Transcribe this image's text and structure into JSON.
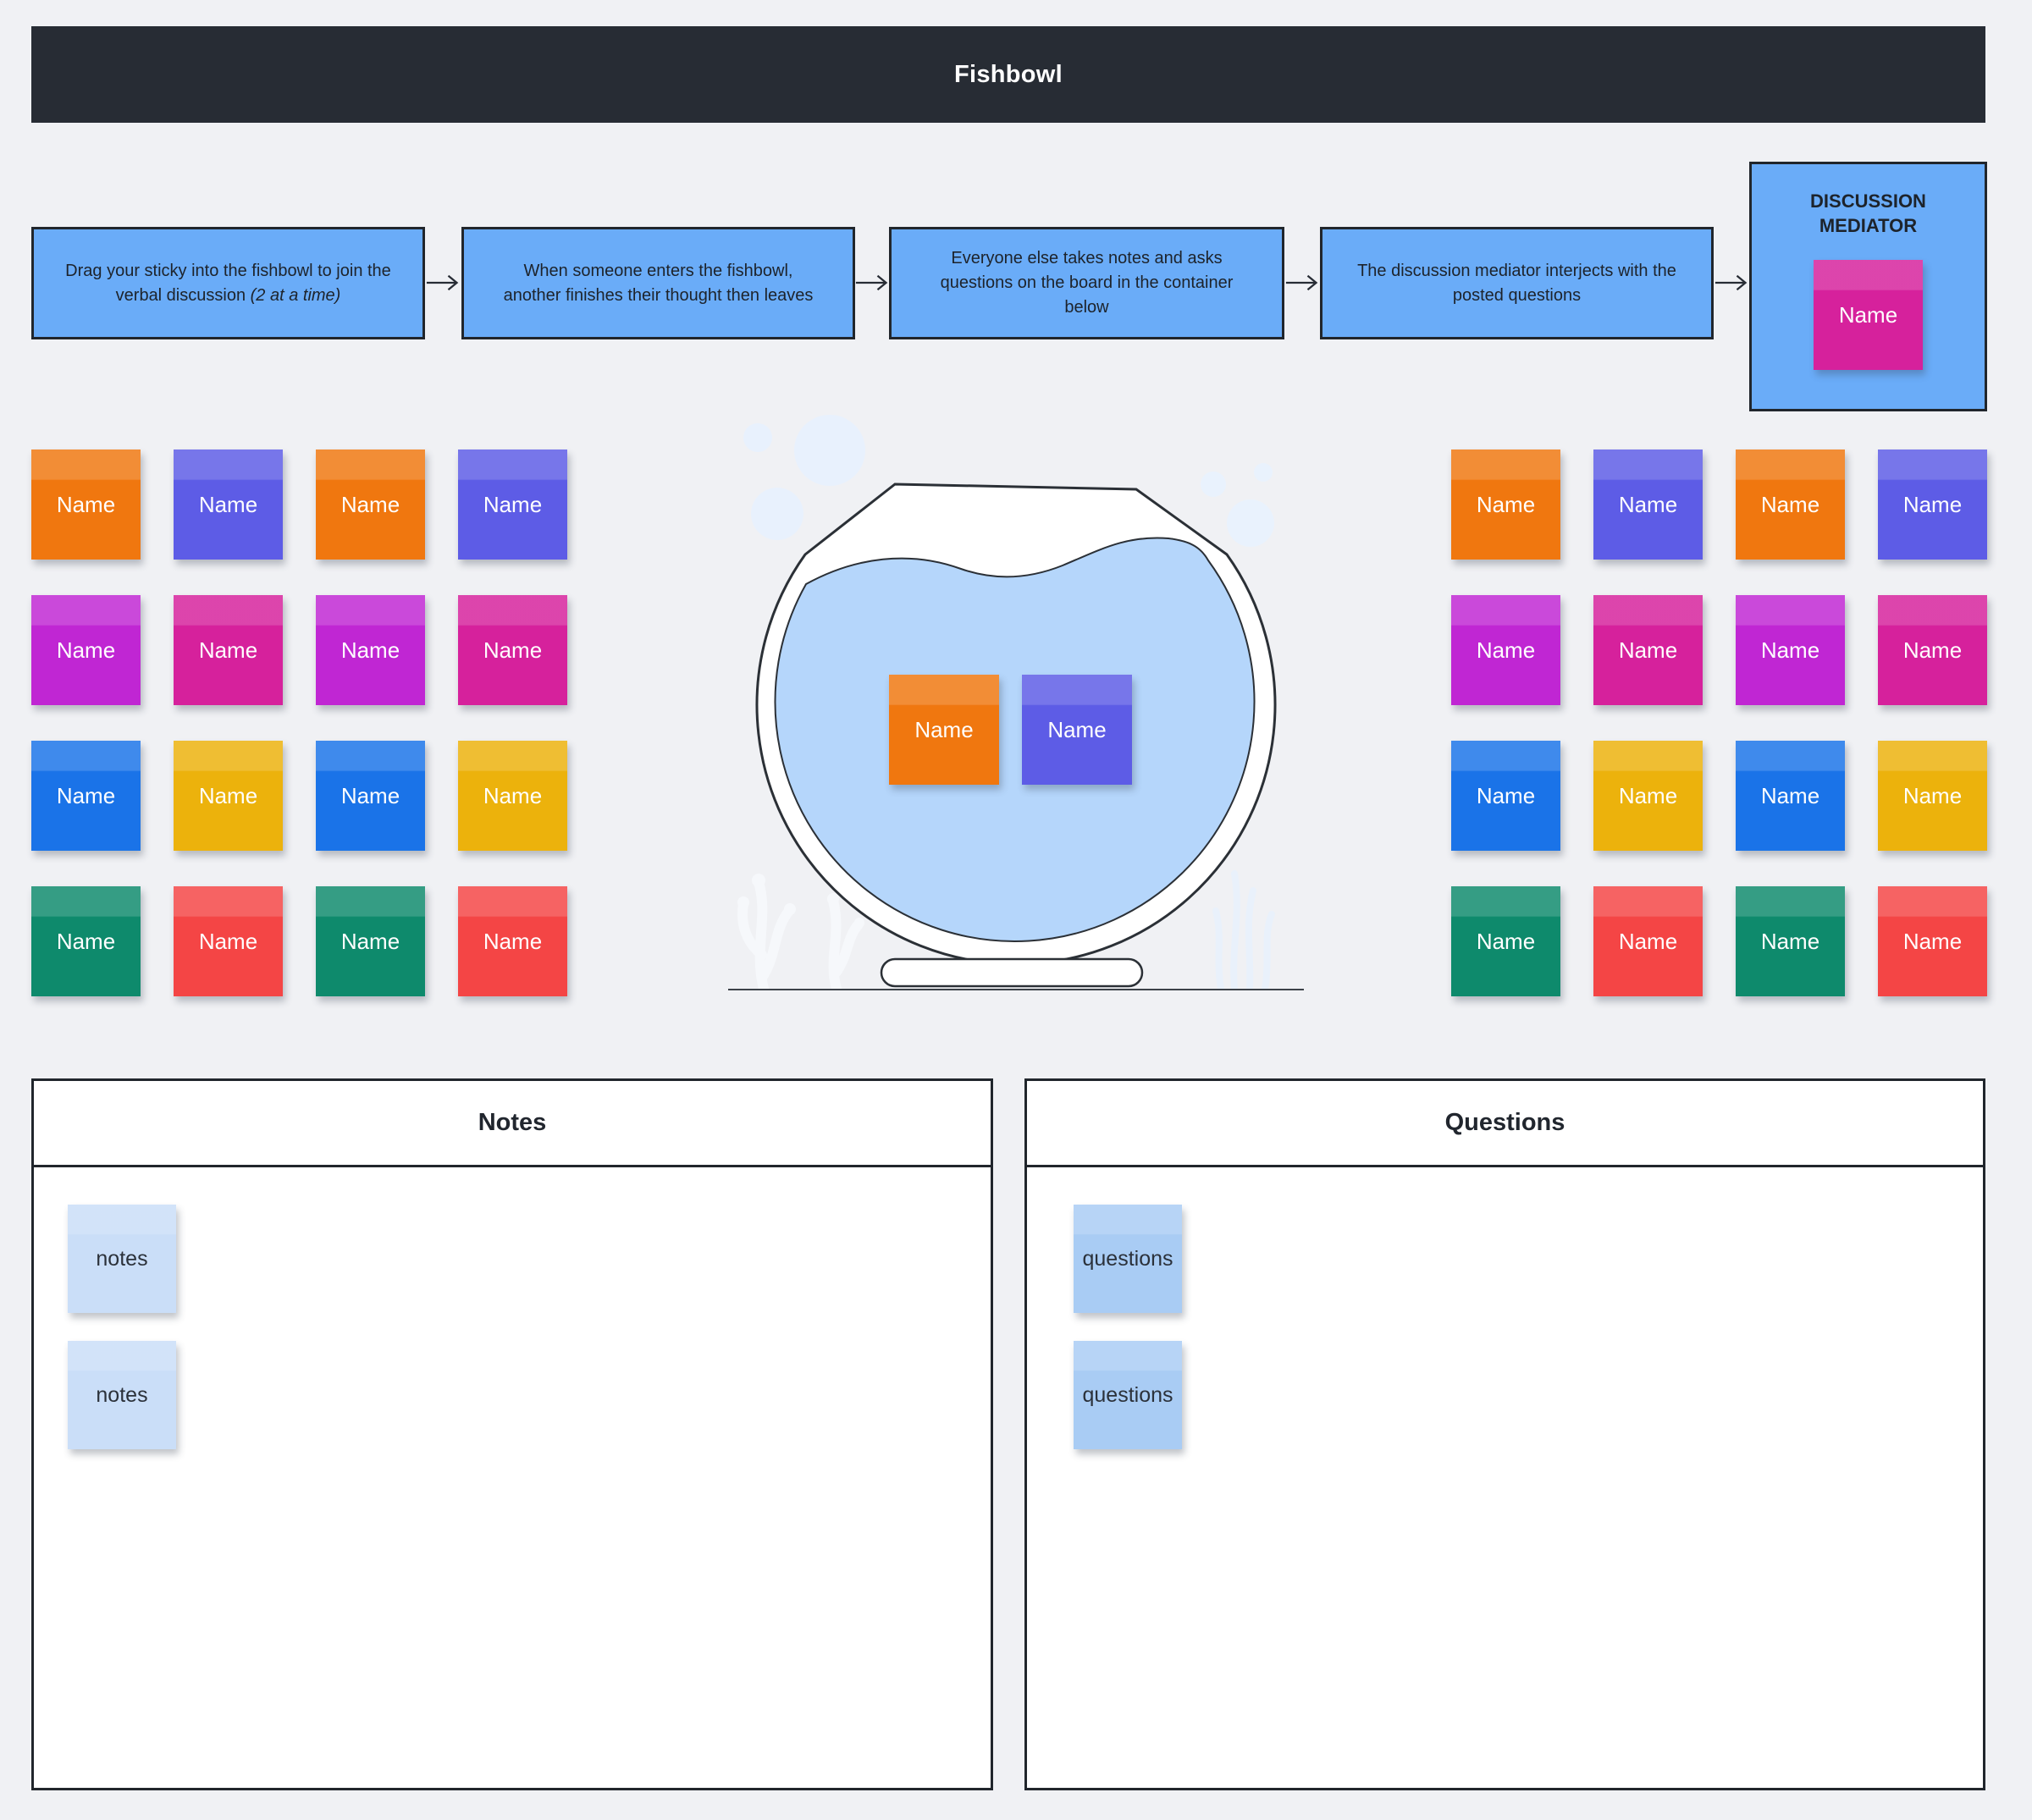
{
  "title": "Fishbowl",
  "palette": {
    "orange": "#f0770f",
    "indigo": "#5d5ce6",
    "purple": "#c026d3",
    "magenta": "#d6219c",
    "blue": "#1a73e8",
    "yellow": "#ecb20c",
    "green": "#0e8a6c",
    "red": "#f44545",
    "panel_blue": "#6aacf8",
    "note_blue": "#cadef8",
    "question_blue": "#a9ccf4",
    "header_bg": "#272c34",
    "water_blue": "#b5d6fb",
    "background": "#f0f1f4"
  },
  "steps": [
    {
      "text": "Drag your sticky into the fishbowl to join the verbal discussion ",
      "italic": "(2 at a time)"
    },
    {
      "text": "When someone enters the fishbowl, another finishes their thought then leaves",
      "italic": ""
    },
    {
      "text": "Everyone else takes notes and asks questions on the board in the container below",
      "italic": ""
    },
    {
      "text": "The discussion mediator interjects with the posted questions",
      "italic": ""
    }
  ],
  "mediator": {
    "label": "DISCUSSION MEDIATOR",
    "sticky_label": "Name",
    "sticky_color": "magenta"
  },
  "grids": {
    "sticky_label": "Name",
    "pattern": [
      "orange",
      "indigo",
      "orange",
      "indigo",
      "purple",
      "magenta",
      "purple",
      "magenta",
      "blue",
      "yellow",
      "blue",
      "yellow",
      "green",
      "red",
      "green",
      "red"
    ]
  },
  "fishbowl": {
    "stickies": [
      {
        "label": "Name",
        "color": "orange"
      },
      {
        "label": "Name",
        "color": "indigo"
      }
    ]
  },
  "notes_panel": {
    "title": "Notes",
    "sticky_color": "note_blue",
    "stickies": [
      "notes",
      "notes"
    ]
  },
  "questions_panel": {
    "title": "Questions",
    "sticky_color": "question_blue",
    "stickies": [
      "questions",
      "questions"
    ]
  }
}
